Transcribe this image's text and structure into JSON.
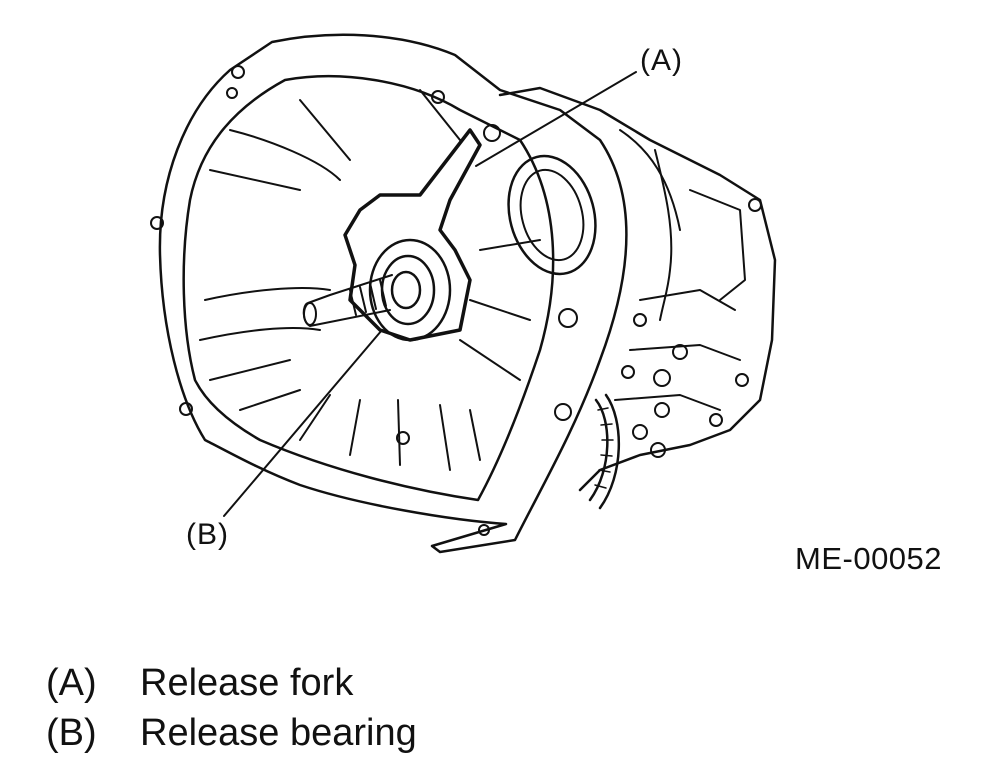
{
  "callouts": {
    "a": "(A)",
    "b": "(B)"
  },
  "figure_id": "ME-00052",
  "legend": [
    {
      "key": "(A)",
      "text": "Release fork"
    },
    {
      "key": "(B)",
      "text": "Release bearing"
    }
  ],
  "colors": {
    "ink": "#111111",
    "background": "#ffffff"
  }
}
